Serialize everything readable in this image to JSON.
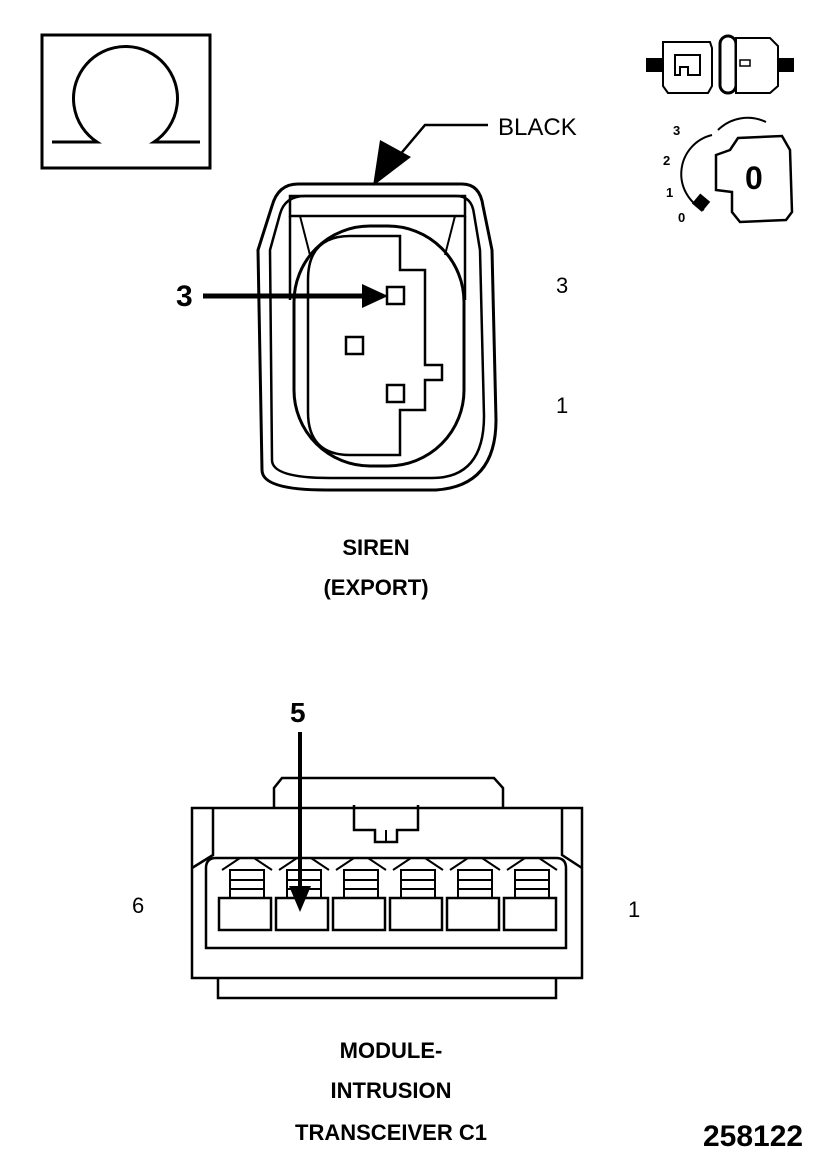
{
  "siren": {
    "wire_color": "BLACK",
    "pin_callout": "3",
    "pin_label_top": "3",
    "pin_label_bottom": "1",
    "title_line1": "SIREN",
    "title_line2": "(EXPORT)"
  },
  "module": {
    "pin_callout": "5",
    "pin_label_left": "6",
    "pin_label_right": "1",
    "title_line1": "MODULE-",
    "title_line2": "INTRUSION",
    "title_line3": "TRANSCEIVER C1"
  },
  "key_icon": {
    "positions": [
      "3",
      "2",
      "1",
      "0"
    ],
    "key_letter": "0"
  },
  "figure_number": "258122",
  "icons": {
    "omega": "ohmmeter-icon",
    "connector": "connector-icon",
    "ignition": "ignition-key-icon"
  },
  "colors": {
    "line": "#000000",
    "background": "#ffffff"
  }
}
